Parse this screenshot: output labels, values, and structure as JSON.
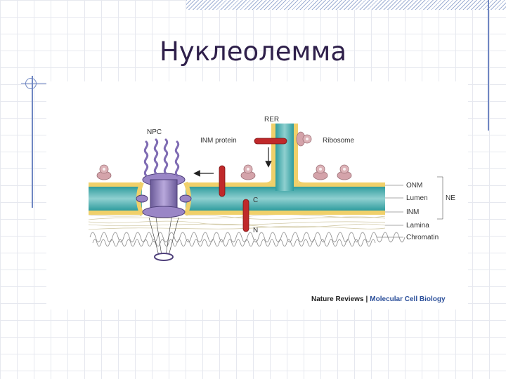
{
  "slide": {
    "title": "Нуклеолемма"
  },
  "diagram": {
    "labels": {
      "npc": "NPC",
      "inm_protein": "INM protein",
      "rer": "RER",
      "ribosome": "Ribosome",
      "c_terminus": "C",
      "n_terminus": "N",
      "onm": "ONM",
      "lumen": "Lumen",
      "inm": "INM",
      "lamina": "Lamina",
      "chromatin": "Chromatin",
      "ne": "NE"
    },
    "colors": {
      "lumen": "#2f9c9e",
      "membrane": "#f0d06a",
      "npc": "#8a76b6",
      "ribosome": "#c99aa0",
      "protein": "#c0282a"
    }
  },
  "credit": {
    "publisher": "Nature Reviews",
    "journal": "Molecular Cell Biology"
  }
}
